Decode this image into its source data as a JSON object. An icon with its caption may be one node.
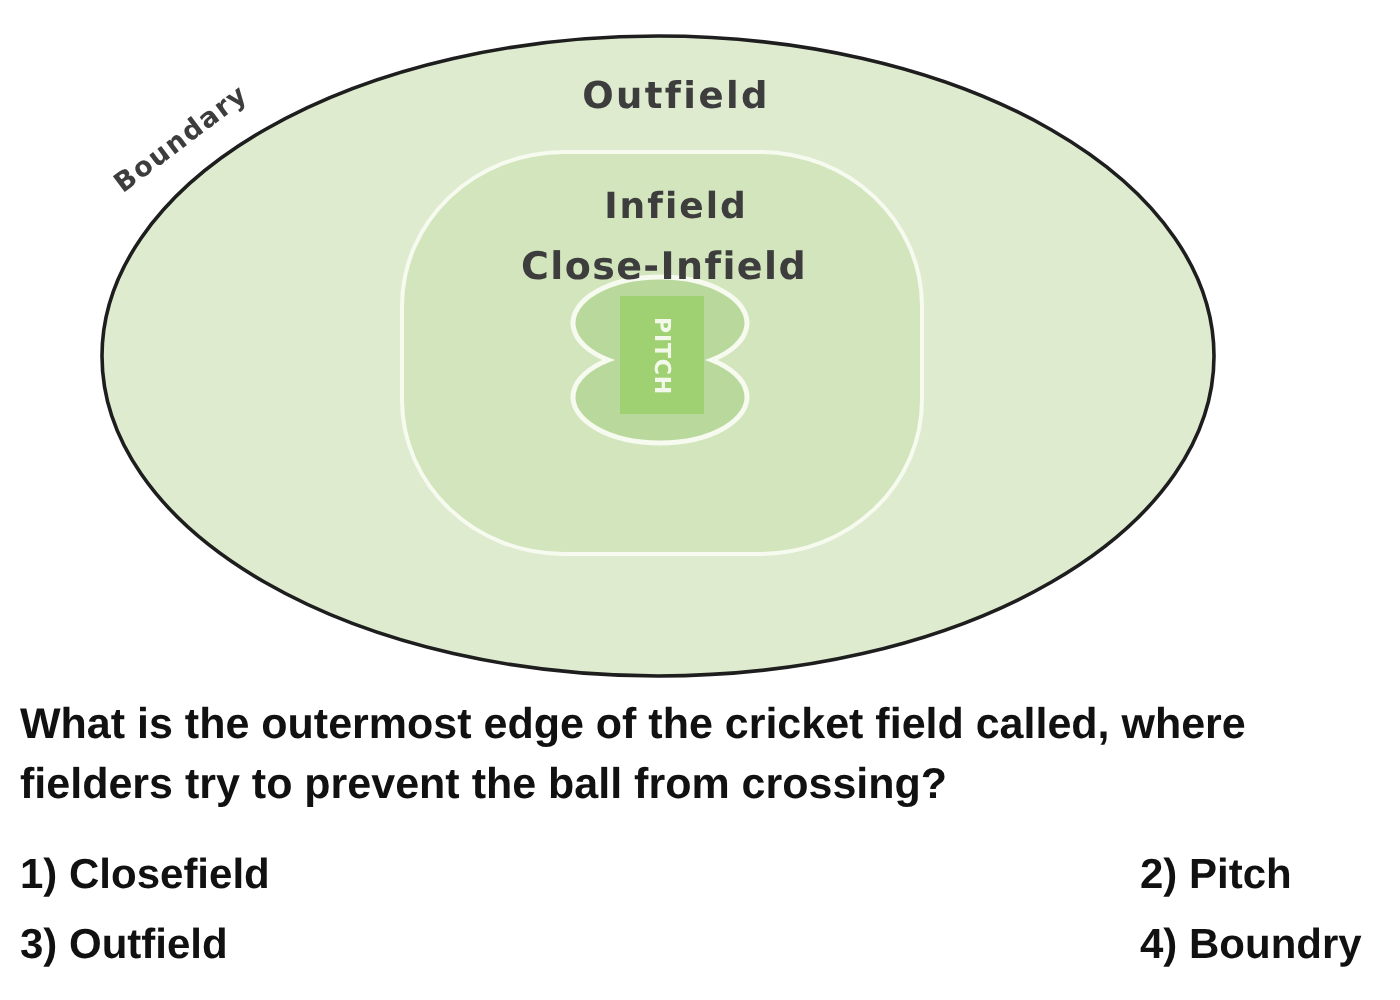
{
  "diagram": {
    "nodes": [
      {
        "text": [
          "Outfield"
        ],
        "beside": [
          "Boundary"
        ]
      },
      {
        "text": [
          "Infield"
        ],
        "in": 0
      },
      {
        "text": [
          "Close-Infield"
        ],
        "in": 1
      },
      {
        "text": [
          "PITCH"
        ],
        "in": 2
      }
    ],
    "labels": [
      "What is the outermost edge of the cricket field called, where fielders try to prevent the ball from crossing?",
      "1) Closefield",
      "2) Pitch",
      "3) Outfield",
      "4) Boundry"
    ]
  }
}
